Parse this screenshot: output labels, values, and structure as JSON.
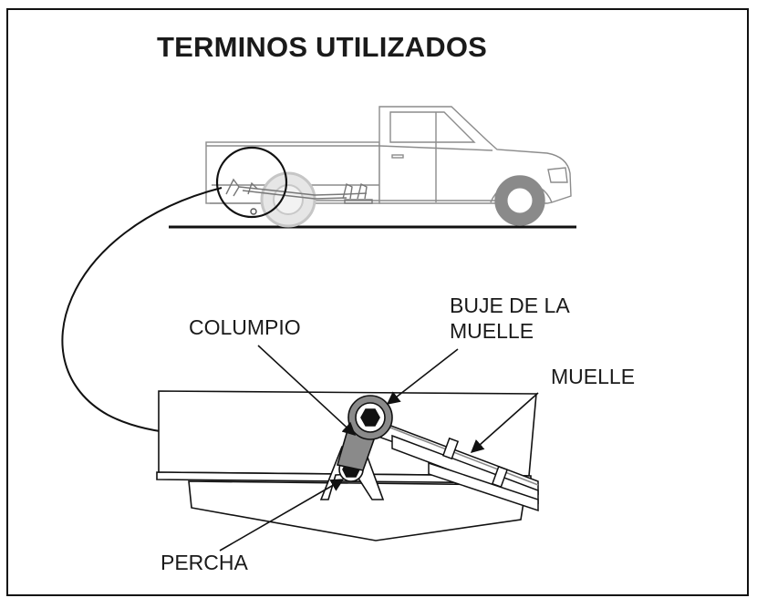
{
  "title": "TERMINOS UTILIZADOS",
  "labels": {
    "columpio": "COLUMPIO",
    "buje_line1": "BUJE DE LA",
    "buje_line2": "MUELLE",
    "muelle": "MUELLE",
    "percha": "PERCHA"
  }
}
